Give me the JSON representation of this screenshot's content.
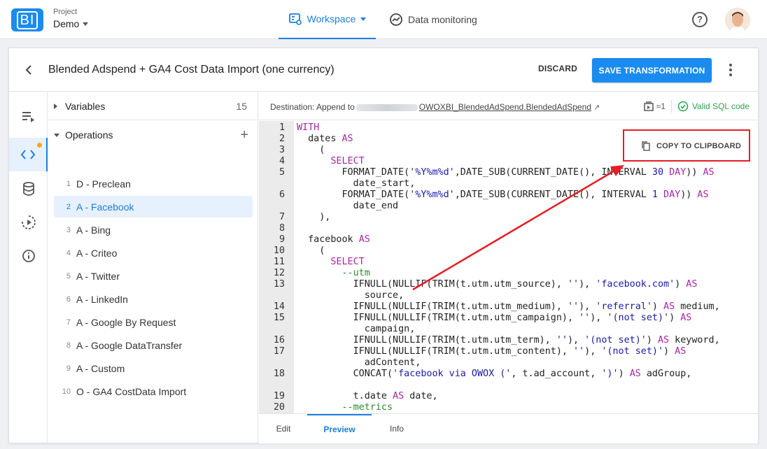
{
  "app": {
    "logo_text": "BI",
    "project_label": "Project",
    "project_name": "Demo"
  },
  "nav": {
    "workspace": "Workspace",
    "data_monitoring": "Data monitoring"
  },
  "header": {
    "title": "Blended Adspend + GA4 Cost Data Import (one currency)",
    "discard": "DISCARD",
    "save": "SAVE TRANSFORMATION"
  },
  "tree": {
    "variables_label": "Variables",
    "variables_count": "15",
    "operations_label": "Operations",
    "plus": "+",
    "operations": [
      {
        "num": "1",
        "label": "D - Preclean"
      },
      {
        "num": "2",
        "label": "A - Facebook"
      },
      {
        "num": "3",
        "label": "A - Bing"
      },
      {
        "num": "4",
        "label": "A - Criteo"
      },
      {
        "num": "5",
        "label": "A - Twitter"
      },
      {
        "num": "6",
        "label": "A - LinkedIn"
      },
      {
        "num": "7",
        "label": "A - Google By Request"
      },
      {
        "num": "8",
        "label": "A - Google DataTransfer"
      },
      {
        "num": "9",
        "label": "A - Custom"
      },
      {
        "num": "10",
        "label": "O - GA4 CostData Import"
      }
    ]
  },
  "editor": {
    "destination_prefix": "Destination: Append to",
    "destination_link": "OWOXBI_BlendedAdSpend.BlendedAdSpend",
    "approx": "≈1",
    "valid": "Valid SQL code",
    "copy": "COPY TO CLIPBOARD"
  },
  "code_lines": [
    {
      "n": "1",
      "t": "WITH"
    },
    {
      "n": "2",
      "t": "  dates AS"
    },
    {
      "n": "3",
      "t": "    ("
    },
    {
      "n": "4",
      "t": "      SELECT"
    },
    {
      "n": "5",
      "t": "        FORMAT_DATE('%Y%m%d',DATE_SUB(CURRENT_DATE(), INTERVAL 30 DAY)) AS"
    },
    {
      "n": "",
      "t": "          date_start,"
    },
    {
      "n": "6",
      "t": "        FORMAT_DATE('%Y%m%d',DATE_SUB(CURRENT_DATE(), INTERVAL 1 DAY)) AS"
    },
    {
      "n": "",
      "t": "          date_end"
    },
    {
      "n": "7",
      "t": "    ),"
    },
    {
      "n": "8",
      "t": ""
    },
    {
      "n": "9",
      "t": "  facebook AS"
    },
    {
      "n": "10",
      "t": "    ("
    },
    {
      "n": "11",
      "t": "      SELECT"
    },
    {
      "n": "12",
      "t": "        --utm"
    },
    {
      "n": "13",
      "t": "          IFNULL(NULLIF(TRIM(t.utm.utm_source), ''), 'facebook.com') AS"
    },
    {
      "n": "",
      "t": "            source,"
    },
    {
      "n": "14",
      "t": "          IFNULL(NULLIF(TRIM(t.utm.utm_medium), ''), 'referral') AS medium,"
    },
    {
      "n": "15",
      "t": "          IFNULL(NULLIF(TRIM(t.utm.utm_campaign), ''), '(not set)') AS"
    },
    {
      "n": "",
      "t": "            campaign,"
    },
    {
      "n": "16",
      "t": "          IFNULL(NULLIF(TRIM(t.utm.utm_term), ''), '(not set)') AS keyword,"
    },
    {
      "n": "17",
      "t": "          IFNULL(NULLIF(TRIM(t.utm.utm_content), ''), '(not set)') AS"
    },
    {
      "n": "",
      "t": "            adContent,"
    },
    {
      "n": "18",
      "t": "          CONCAT('facebook via OWOX (', t.ad_account, ')') AS adGroup,"
    },
    {
      "n": "",
      "t": ""
    },
    {
      "n": "19",
      "t": "          t.date AS date,"
    },
    {
      "n": "20",
      "t": "        --metrics"
    }
  ],
  "bottom_tabs": {
    "edit": "Edit",
    "preview": "Preview",
    "info": "Info"
  },
  "colors": {
    "accent": "#1a8bef",
    "annotation_red": "#e31e24",
    "valid_green": "#2ea44f"
  }
}
